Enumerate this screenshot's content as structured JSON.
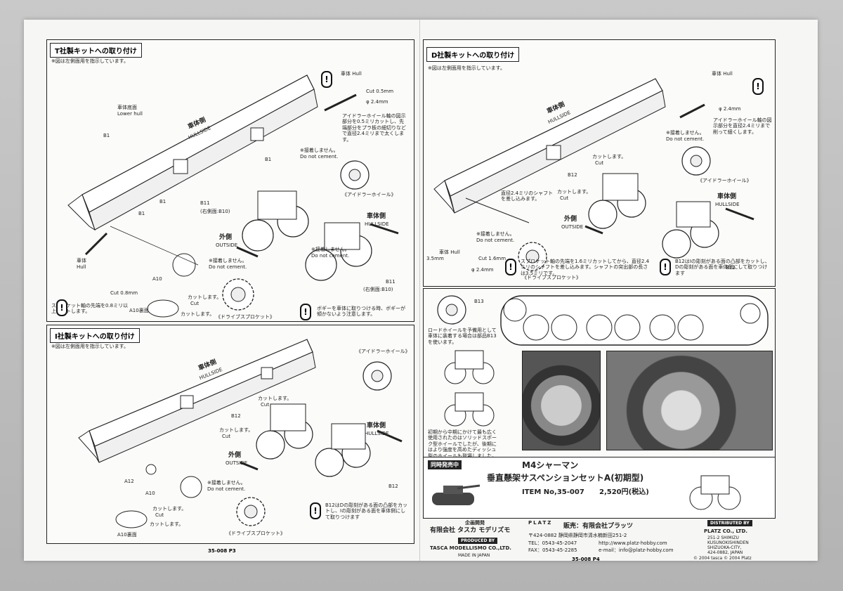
{
  "left_page": {
    "panel_t": {
      "heading": "T社製キットへの取り付け",
      "note": "※図は左側面用を指示しています。",
      "lower_hull_jp": "車体底面",
      "lower_hull_en": "Lower hull",
      "hull_jp": "車体 Hull",
      "cut_05": "Cut 0.5mm",
      "dia_24": "φ 2.4mm",
      "idler_note": "アイドラーホイール軸の図示部分を0.5ミリカットし、先端部分をプラ板の細切りなどで直径2.4ミリまで太くします。",
      "no_cement_jp": "※接着しません。",
      "no_cement_en": "Do not cement.",
      "idler_wheel": "《アイドラーホイール》",
      "hullside_jp": "車体側",
      "hullside_en": "HULLSIDE",
      "outside_jp": "外側",
      "outside_en": "OUTSIDE",
      "b1": "B1",
      "b11": "B11",
      "b11_alt": "(右側面:B10)",
      "hull2_jp": "車体",
      "hull2_en": "Hull",
      "cut_08": "Cut 0.8mm",
      "a10": "A10",
      "cut_jp": "カットします。",
      "cut_en": "Cut",
      "a10_back": "A10裏面",
      "sprocket_note": "スプロケット軸の先端を0.8ミリ以上カットします。",
      "drive_sprocket": "《ドライブスプロケット》",
      "bogie_note": "ボギーを車体に取りつける時、ボギーが傾かないよう注意します。"
    },
    "panel_i": {
      "heading": "I社製キットへの取り付け",
      "note": "※図は左側面用を指示しています。",
      "idler_wheel": "《アイドラーホイール》",
      "hullside_jp": "車体側",
      "hullside_en": "HULLSIDE",
      "outside_jp": "外側",
      "outside_en": "OUTSIDE",
      "b12": "B12",
      "a12": "A12",
      "a10": "A10",
      "a10_back": "A10裏面",
      "cut_jp": "カットします。",
      "cut_en": "Cut",
      "no_cement_jp": "※接着しません。",
      "no_cement_en": "Do not cement.",
      "drive_sprocket": "《ドライブスプロケット》",
      "b12_note": "B12はDの彫刻がある面の凸部をカットし、Iの彫刻がある面を車体側にして取りつけます"
    },
    "page_no": "35-008 P3"
  },
  "right_page": {
    "panel_d": {
      "heading": "D社製キットへの取り付け",
      "note": "※図は左側面用を指示しています。",
      "hull_jp": "車体 Hull",
      "dia_24": "φ 2.4mm",
      "idler_note": "アイドラーホイール軸の図示部分を直径2.4ミリまで削って細くします。",
      "no_cement_jp": "※接着しません。",
      "no_cement_en": "Do not cement.",
      "idler_wheel": "《アイドラーホイール》",
      "hullside_jp": "車体側",
      "hullside_en": "HULLSIDE",
      "outside_jp": "外側",
      "outside_en": "OUTSIDE",
      "b12": "B12",
      "cut_jp": "カットします。",
      "cut_en": "Cut",
      "shaft_note": "直径2.4ミリのシャフトを差し込みます。",
      "hull2": "車体 Hull",
      "cut_16": "Cut 1.6mm",
      "dim_35": "3.5mm",
      "drive_sprocket": "《ドライブスプロケット》",
      "sprocket_note": "スプロケット軸の先端を1.6ミリカットしてから、直径2.4ミリのシャフトを差し込みます。シャフトの突出部の長さは3.5ミリです。",
      "b12_note": "B12はIの彫刻がある面の凸部をカットし、Dの彫刻がある面を車体側にして取りつけます"
    },
    "panel_ref": {
      "b13": "B13",
      "roadwheel_note": "ロードホイールを予備用として車体に装着する場合は部品B13を使います。",
      "history_note": "初期から中期にかけて最も広く使用されたのはソリッドスポーク型ホイールでしたが、後期にはより強度を高めたディッシュ型のホイールも登場しました。"
    },
    "banner": {
      "badge": "同時発売中",
      "line1": "M4シャーマン",
      "line2": "垂直懸架サスペンションセットA(初期型)",
      "item": "ITEM No,35-007",
      "price": "2,520円(税込)"
    },
    "footer": {
      "plan_label": "企画開発",
      "plan_company": "有限会社 タスカ モデリズモ",
      "produced_by": "PRODUCED BY",
      "tasca_en": "TASCA MODELLISMO CO.,LTD.",
      "made_in": "MADE IN JAPAN",
      "platz_logo": "PLATZ",
      "sales": "販売：有限会社プラッツ",
      "postal": "〒424-0882 静岡県静岡市清水楠新田251-2",
      "tel": "TEL：0543-45-2047",
      "fax": "FAX：0543-45-2285",
      "url": "http://www.platz-hobby.com",
      "email": "e-mail：info@platz-hobby.com",
      "distributed_by": "DISTRIBUTED BY",
      "platz_en": "PLATZ CO., LTD.",
      "addr1": "251-2 SHIMIZU",
      "addr2": "KUSUNOKISHINDEN",
      "addr3": "SHIZUOKA-CITY,",
      "addr4": "424-0882, JAPAN",
      "copyright": "© 2004 tasca © 2004 Platz"
    },
    "page_no": "35-008 P4"
  }
}
